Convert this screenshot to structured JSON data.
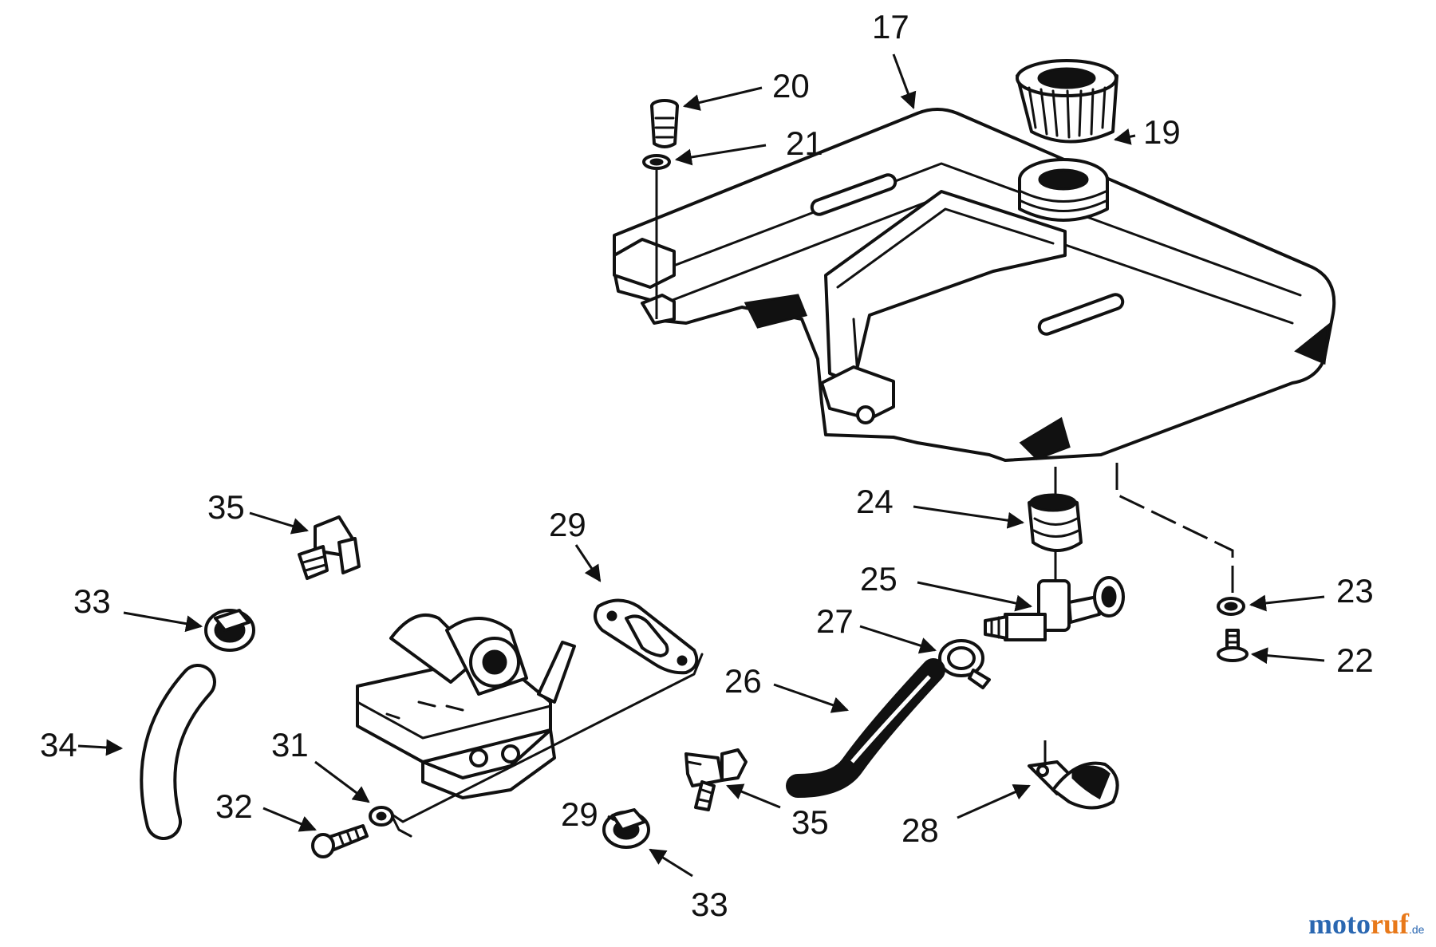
{
  "callouts": {
    "c17": "17",
    "c20": "20",
    "c21": "21",
    "c19": "19",
    "c24": "24",
    "c25": "25",
    "c23": "23",
    "c22": "22",
    "c27": "27",
    "c26": "26",
    "c28": "28",
    "c35_lower": "35",
    "c35_upper": "35",
    "c33_upper": "33",
    "c33_lower": "33",
    "c34": "34",
    "c29_upper": "29",
    "c29_lower": "29",
    "c31": "31",
    "c32": "32"
  },
  "watermark": {
    "brand_a": "moto",
    "brand_b": "ruf",
    "suffix": ".de",
    "color_a": "#2a67b1",
    "color_b": "#e8791a"
  }
}
